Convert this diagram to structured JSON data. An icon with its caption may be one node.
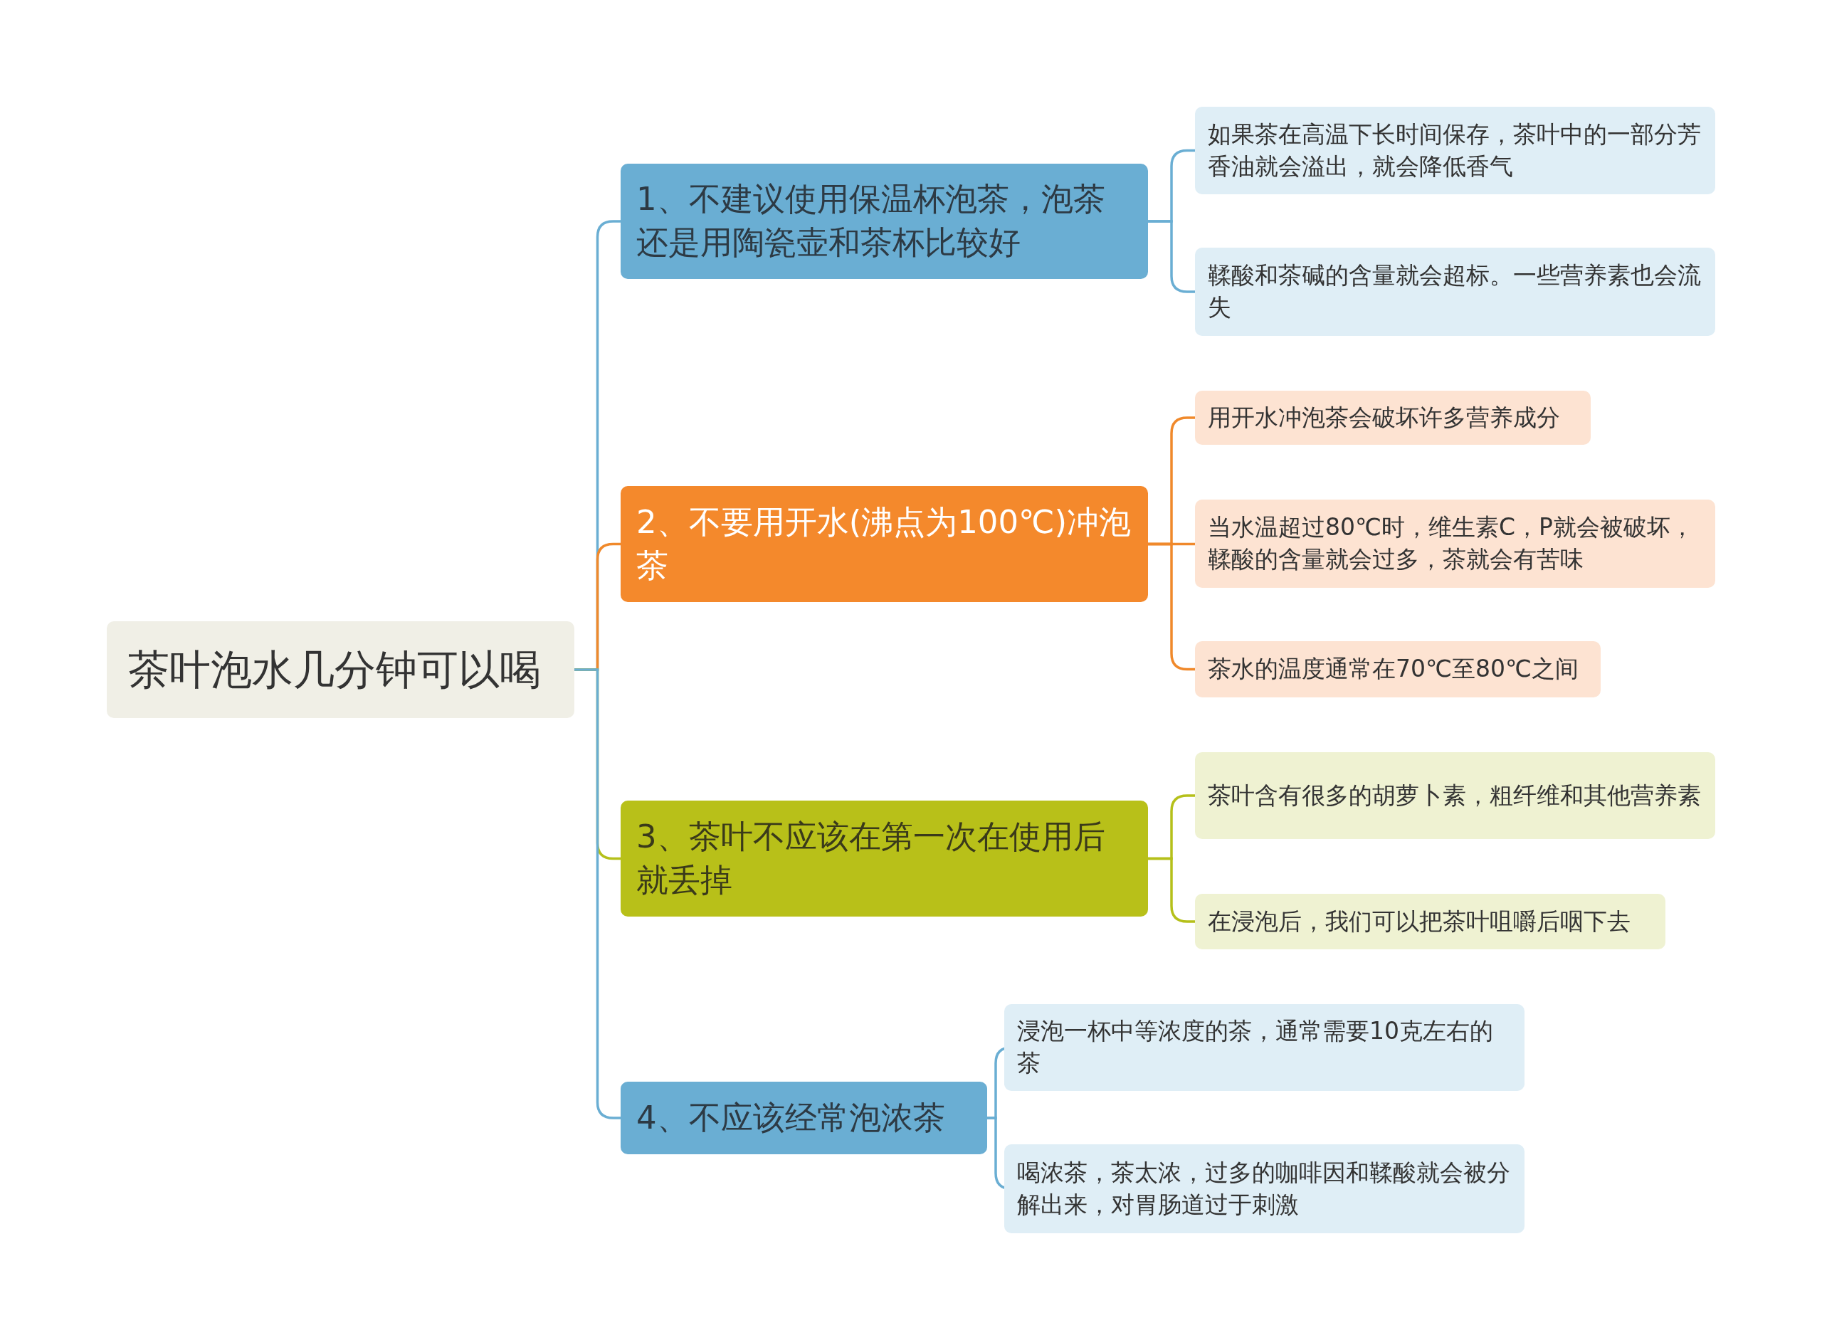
{
  "diagram": {
    "nodes": [
      {
        "text": [
          "茶叶泡水几分钟可以喝"
        ]
      },
      {
        "text": [
          "1、不建议使用保温杯泡茶，泡茶还是用陶瓷壶和茶杯比较好"
        ]
      },
      {
        "text": [
          "如果茶在高温下长时间保存，茶叶中的一部分芳香油就会溢出，就会降低香气"
        ]
      },
      {
        "text": [
          "鞣酸和茶碱的含量就会超标。一些营养素也会流失"
        ]
      },
      {
        "text": [
          "2、不要用开水(沸点为100℃)冲泡茶"
        ]
      },
      {
        "text": [
          "用开水冲泡茶会破坏许多营养成分"
        ]
      },
      {
        "text": [
          "当水温超过80℃时，维生素C，P就会被破坏，鞣酸的含量就会过多，茶就会有苦味"
        ]
      },
      {
        "text": [
          "茶水的温度通常在70℃至80℃之间"
        ]
      },
      {
        "text": [
          "3、茶叶不应该在第一次在使用后就丢掉"
        ]
      },
      {
        "text": [
          "茶叶含有很多的胡萝卜素，粗纤维和其他营养素"
        ]
      },
      {
        "text": [
          "在浸泡后，我们可以把茶叶咀嚼后咽下去"
        ]
      },
      {
        "text": [
          "4、不应该经常泡浓茶"
        ]
      },
      {
        "text": [
          "浸泡一杯中等浓度的茶，通常需要10克左右的茶"
        ]
      },
      {
        "text": [
          "喝浓茶，茶太浓，过多的咖啡因和鞣酸就会被分解出来，对胃肠道过于刺激"
        ]
      }
    ],
    "edges": [
      {
        "from": 0,
        "to": 1,
        "arrow": "none"
      },
      {
        "from": 1,
        "to": 2,
        "arrow": "none"
      },
      {
        "from": 1,
        "to": 3,
        "arrow": "none"
      },
      {
        "from": 0,
        "to": 4,
        "arrow": "none",
        "color": "#f0892b"
      },
      {
        "from": 4,
        "to": 5,
        "arrow": "none",
        "color": "#f0892b"
      },
      {
        "from": 4,
        "to": 6,
        "arrow": "none",
        "color": "#f0892b"
      },
      {
        "from": 4,
        "to": 7,
        "arrow": "none",
        "color": "#f0892b"
      },
      {
        "from": 0,
        "to": 8,
        "arrow": "none",
        "color": "#b5c01a"
      },
      {
        "from": 8,
        "to": 9,
        "arrow": "none",
        "color": "#b5c01a"
      },
      {
        "from": 8,
        "to": 10,
        "arrow": "none",
        "color": "#b5c01a"
      },
      {
        "from": 0,
        "to": 11,
        "arrow": "none"
      },
      {
        "from": 11,
        "to": 12,
        "arrow": "none"
      },
      {
        "from": 11,
        "to": 13,
        "arrow": "none"
      }
    ]
  }
}
